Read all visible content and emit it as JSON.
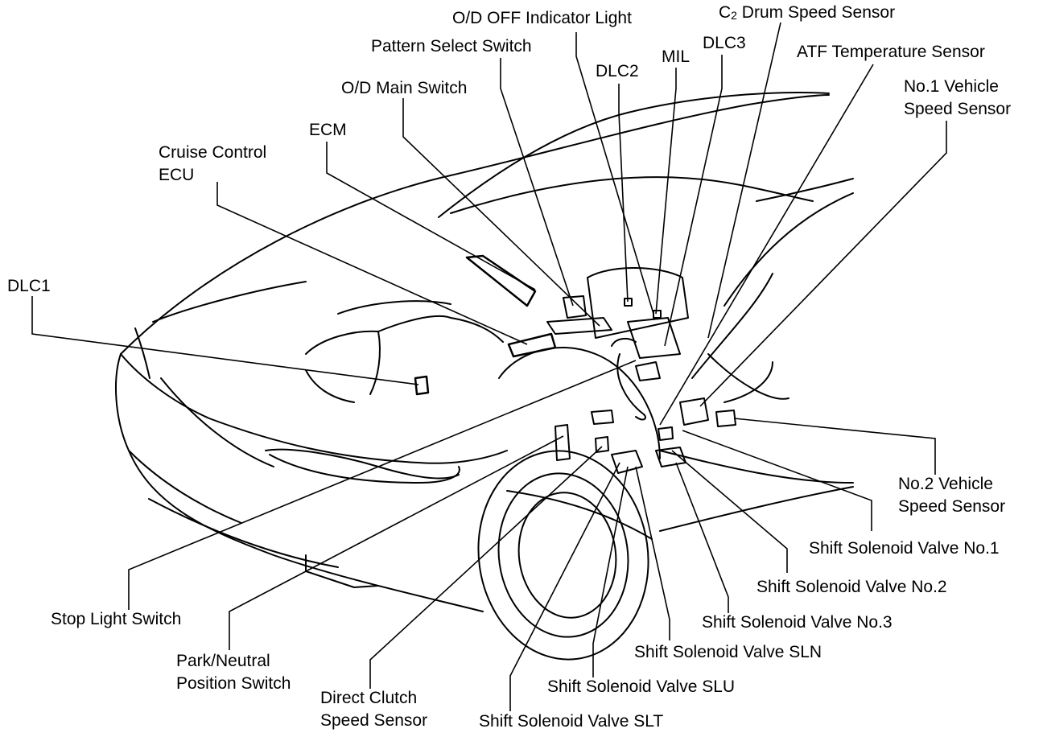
{
  "colors": {
    "ink": "#000000",
    "paper": "#ffffff"
  },
  "labels": {
    "od_off_indicator_light": "O/D OFF Indicator Light",
    "c2_drum_speed_sensor": {
      "main": "C",
      "sub": "2",
      "rest": " Drum Speed Sensor"
    },
    "pattern_select_switch": "Pattern Select Switch",
    "dlc3": "DLC3",
    "mil": "MIL",
    "atf_temperature_sensor": "ATF Temperature Sensor",
    "dlc2": "DLC2",
    "od_main_switch": "O/D Main Switch",
    "no1_vehicle_speed_sensor": [
      "No.1 Vehicle",
      "Speed Sensor"
    ],
    "ecm": "ECM",
    "cruise_control_ecu": [
      "Cruise Control",
      "ECU"
    ],
    "dlc1": "DLC1",
    "no2_vehicle_speed_sensor": [
      "No.2 Vehicle",
      "Speed Sensor"
    ],
    "shift_solenoid_valve_no1": "Shift Solenoid Valve No.1",
    "shift_solenoid_valve_no2": "Shift Solenoid Valve No.2",
    "stop_light_switch": "Stop Light Switch",
    "shift_solenoid_valve_no3": "Shift Solenoid Valve No.3",
    "park_neutral_position_switch": [
      "Park/Neutral",
      "Position Switch"
    ],
    "shift_solenoid_valve_sln": "Shift Solenoid Valve SLN",
    "shift_solenoid_valve_slu": "Shift Solenoid Valve SLU",
    "direct_clutch_speed_sensor": [
      "Direct Clutch",
      "Speed Sensor"
    ],
    "shift_solenoid_valve_slt": "Shift Solenoid Valve SLT"
  }
}
